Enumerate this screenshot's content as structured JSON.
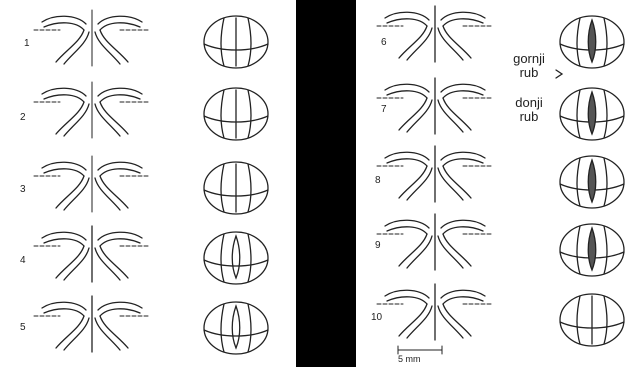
{
  "figure": {
    "stages_left": [
      "1",
      "2",
      "3",
      "4",
      "5"
    ],
    "stages_right": [
      "6",
      "7",
      "8",
      "9",
      "10"
    ],
    "label_upper": [
      "gornji",
      "rub"
    ],
    "label_lower": [
      "donji",
      "rub"
    ],
    "scale_bar": "5 mm"
  }
}
